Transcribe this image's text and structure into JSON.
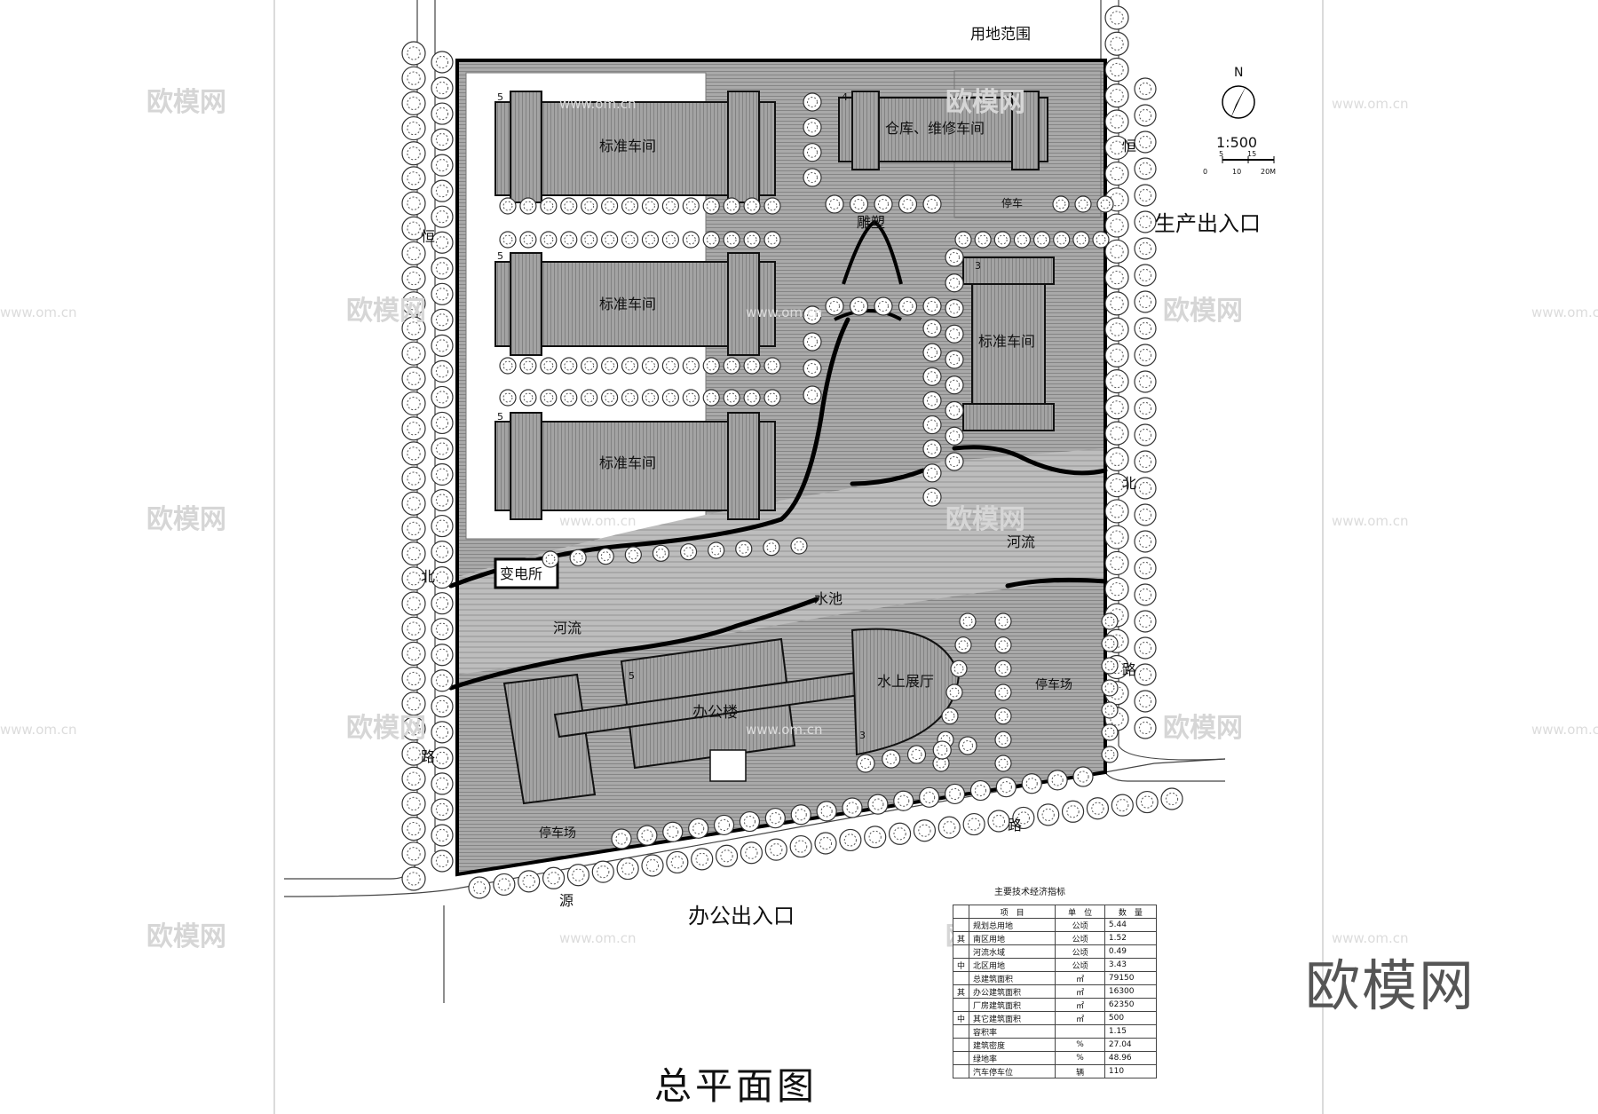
{
  "labels": {
    "site_boundary": "用地范围",
    "workshop_1": "标准车间",
    "workshop_2": "标准车间",
    "workshop_3": "标准车间",
    "workshop_4": "标准车间",
    "warehouse": "仓库、维修车间",
    "sculpture": "雕塑",
    "parking_ne": "停车",
    "production_entrance": "生产出入口",
    "substation": "变电所",
    "river_w": "河流",
    "river_e": "河流",
    "pool": "水池",
    "water_hall": "水上展厅",
    "office": "办公楼",
    "parking_se": "停车场",
    "parking_sw": "停车场",
    "office_entrance": "办公出入口",
    "road_w": [
      "恒",
      "北",
      "路"
    ],
    "road_e": [
      "恒",
      "北",
      "路"
    ],
    "road_s": [
      "路",
      "源"
    ],
    "floors": {
      "w1": "5",
      "w2": "5",
      "w3": "5",
      "wh": "4",
      "w4": "3",
      "off": "5",
      "hall": "3"
    }
  },
  "compass": {
    "north": "N",
    "scale": "1:500",
    "bar_ticks": [
      "0",
      "5",
      "10",
      "15",
      "20M"
    ]
  },
  "table": {
    "caption": "主要技术经济指标",
    "headers": [
      "项　目",
      "单　位",
      "数　量"
    ],
    "rows": [
      {
        "side": "",
        "item": "规划总用地",
        "unit": "公顷",
        "value": "5.44"
      },
      {
        "side": "其",
        "item": "南区用地",
        "unit": "公顷",
        "value": "1.52"
      },
      {
        "side": "",
        "item": "河流水域",
        "unit": "公顷",
        "value": "0.49"
      },
      {
        "side": "中",
        "item": "北区用地",
        "unit": "公顷",
        "value": "3.43"
      },
      {
        "side": "",
        "item": "总建筑面积",
        "unit": "㎡",
        "value": "79150"
      },
      {
        "side": "其",
        "item": "办公建筑面积",
        "unit": "㎡",
        "value": "16300"
      },
      {
        "side": "",
        "item": "厂房建筑面积",
        "unit": "㎡",
        "value": "62350"
      },
      {
        "side": "中",
        "item": "其它建筑面积",
        "unit": "㎡",
        "value": "500"
      },
      {
        "side": "",
        "item": "容积率",
        "unit": "",
        "value": "1.15"
      },
      {
        "side": "",
        "item": "建筑密度",
        "unit": "%",
        "value": "27.04"
      },
      {
        "side": "",
        "item": "绿地率",
        "unit": "%",
        "value": "48.96"
      },
      {
        "side": "",
        "item": "汽车停车位",
        "unit": "辆",
        "value": "110"
      }
    ]
  },
  "title": "总平面图",
  "watermark": {
    "brand": "欧模网",
    "url": "www.om.cn"
  },
  "colors": {
    "hatch": "#8c8c8c",
    "line": "#111111",
    "tree": "#333333",
    "paper": "#ffffff"
  }
}
